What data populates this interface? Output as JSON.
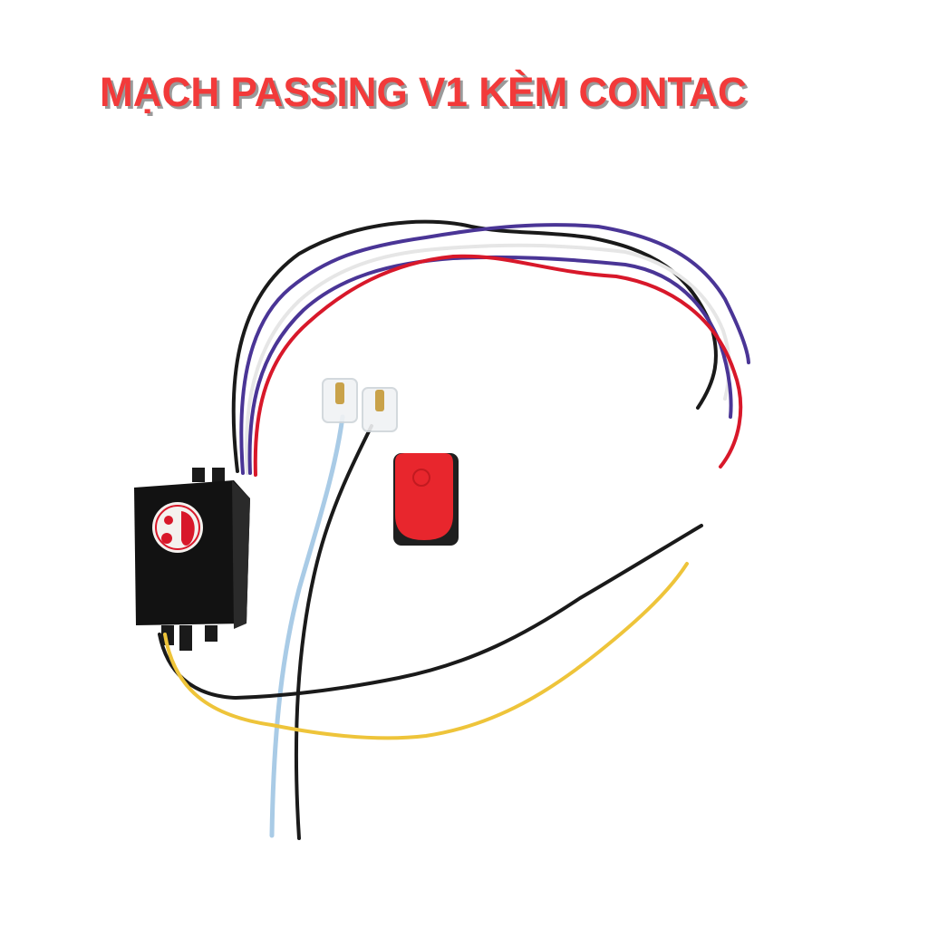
{
  "title": "MẠCH PASSING V1 KÈM CONTAC",
  "colors": {
    "title": "#f23a3a",
    "title_shadow": "#9a9a9a",
    "background": "#ffffff",
    "box": "#121212",
    "wire_black": "#1a1a1a",
    "wire_purple": "#4a3596",
    "wire_red": "#d8182a",
    "wire_white": "#e6e6e6",
    "wire_blue": "#a9cbe6",
    "wire_yellow": "#eec43a",
    "switch_red": "#e8262d"
  },
  "product": {
    "components": [
      "control-box",
      "box-logo",
      "push-switch",
      "connector-pins",
      "upper-wire-harness",
      "lower-wires"
    ]
  }
}
